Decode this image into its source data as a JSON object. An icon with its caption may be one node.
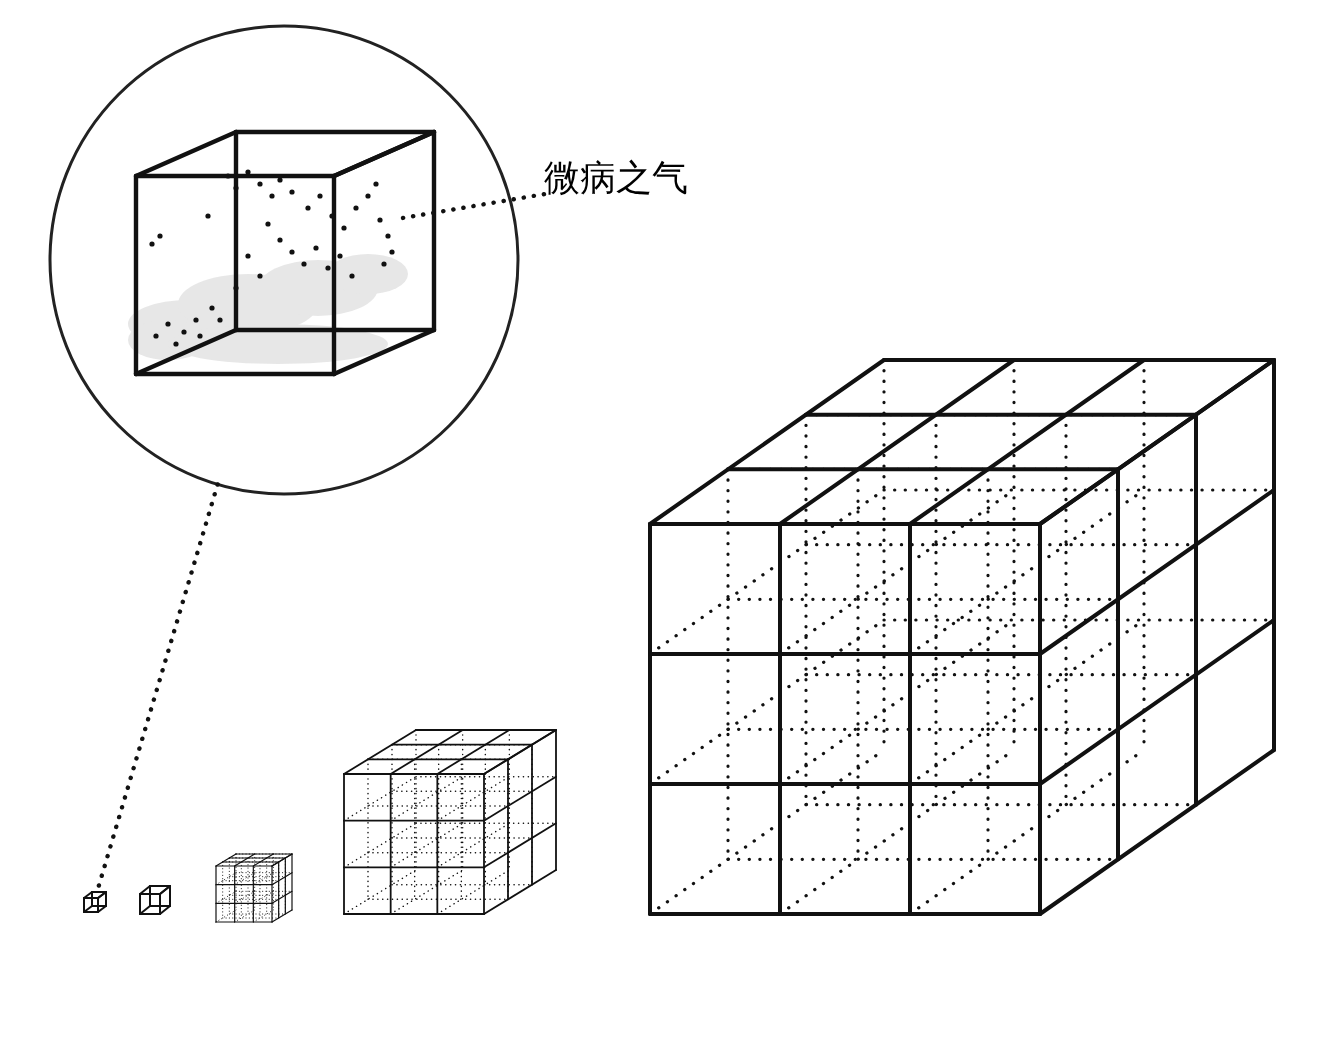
{
  "diagram": {
    "nodes": [
      {
        "text": [
          "微病之气"
        ]
      },
      {
        "text": [],
        "shape": "circle"
      },
      {
        "text": [],
        "shape": "box"
      },
      {
        "text": [],
        "shape": "picture",
        "in": 1
      }
    ],
    "edges": [
      {
        "from": 0,
        "to": 3,
        "arrow": "none",
        "style": "dashed"
      },
      {
        "from": 1,
        "to": 2,
        "arrow": "none",
        "style": "dashed"
      }
    ]
  }
}
